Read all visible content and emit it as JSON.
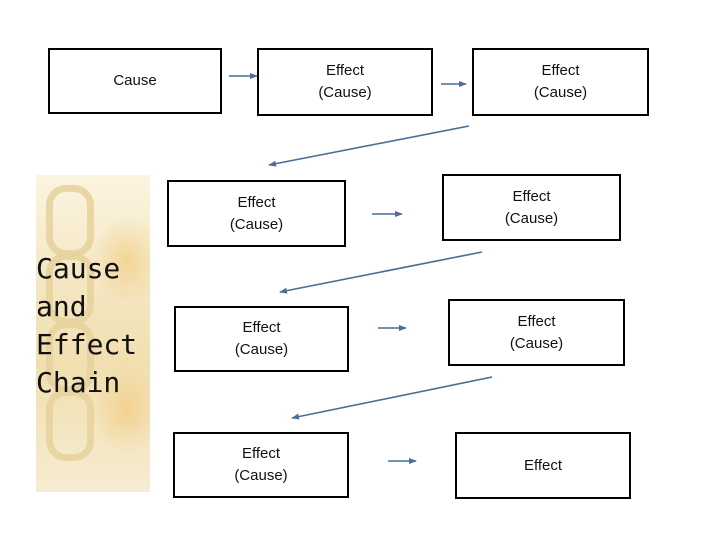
{
  "title": "Cause\nand\nEffect\nChain",
  "colors": {
    "arrow": "#4a6e96",
    "box_border": "#000000",
    "panel": "#f4e6c2"
  },
  "boxes": {
    "r1c1": "Cause",
    "r1c2": "Effect\n(Cause)",
    "r1c3": "Effect\n(Cause)",
    "r2c1": "Effect\n(Cause)",
    "r2c2": "Effect\n(Cause)",
    "r3c1": "Effect\n(Cause)",
    "r3c2": "Effect\n(Cause)",
    "r4c1": "Effect\n(Cause)",
    "r4c2": "Effect"
  }
}
